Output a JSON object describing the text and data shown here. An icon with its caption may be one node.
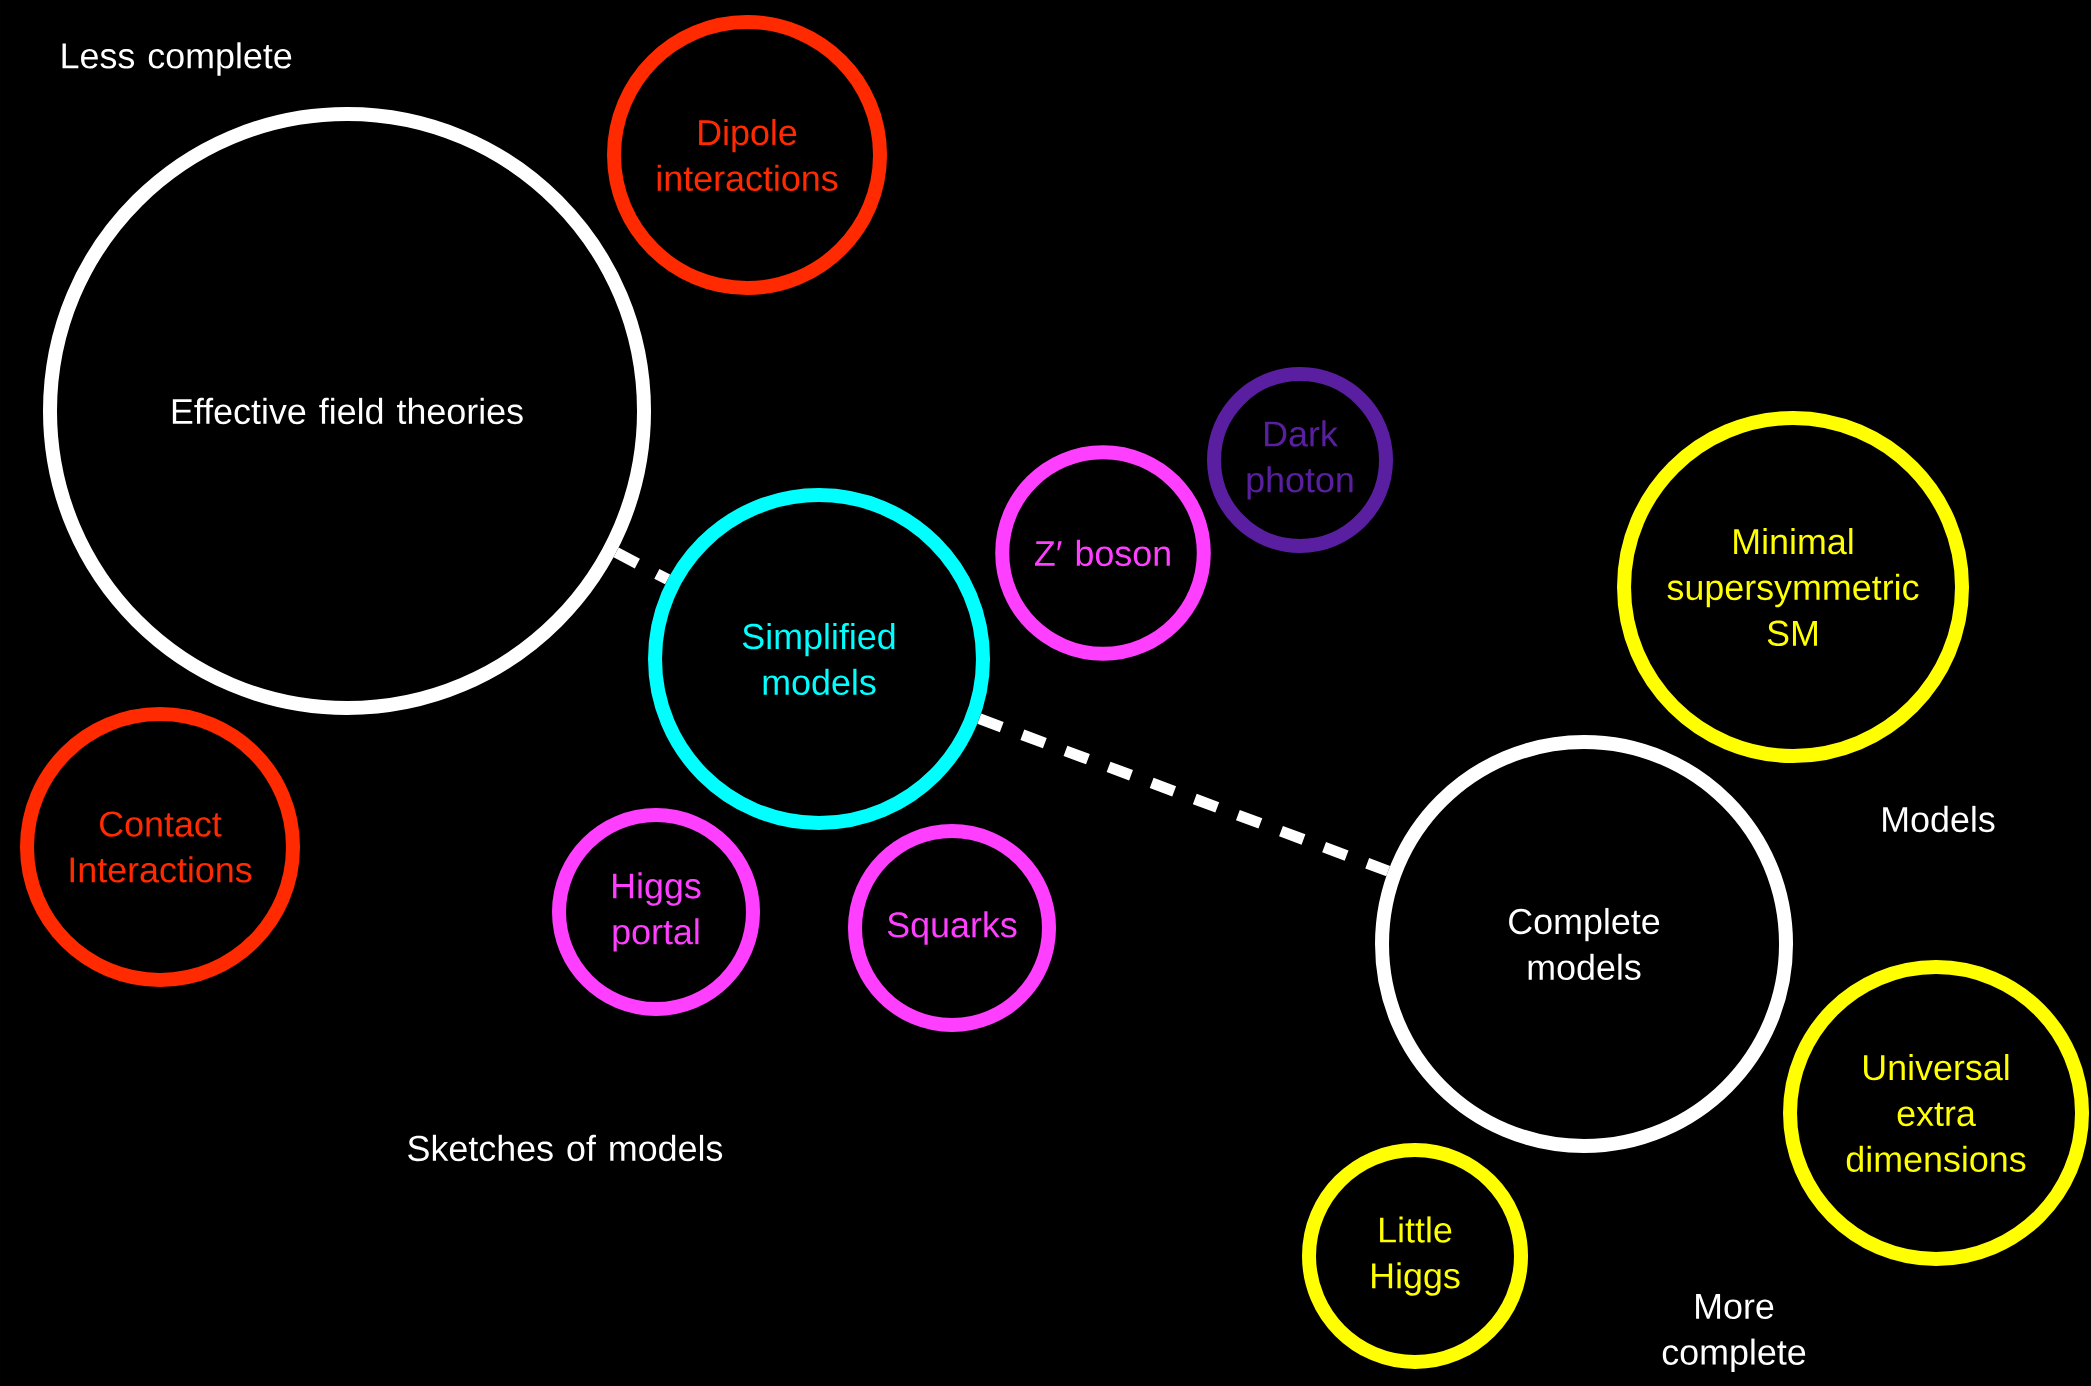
{
  "diagram": {
    "nodes": [
      {
        "text": [
          "Effective field theories"
        ]
      },
      {
        "text": [
          "Dipole interactions"
        ]
      },
      {
        "text": [
          "Contact Interactions"
        ]
      },
      {
        "text": [
          "Simplified models"
        ]
      },
      {
        "text": [
          "Z′ boson"
        ]
      },
      {
        "text": [
          "Dark photon"
        ]
      },
      {
        "text": [
          "Higgs portal"
        ]
      },
      {
        "text": [
          "Squarks"
        ]
      },
      {
        "text": [
          "Complete models"
        ]
      },
      {
        "text": [
          "Minimal supersymmetric SM"
        ]
      },
      {
        "text": [
          "Universal extra dimensions"
        ]
      },
      {
        "text": [
          "Little Higgs"
        ]
      }
    ],
    "edges": [
      {
        "from": 0,
        "to": 3,
        "arrow": "none",
        "style": "dashed"
      },
      {
        "from": 3,
        "to": 8,
        "arrow": "none",
        "style": "dashed"
      }
    ],
    "labels": [
      "Less complete",
      "Models",
      "Sketches of models",
      "More complete"
    ]
  }
}
